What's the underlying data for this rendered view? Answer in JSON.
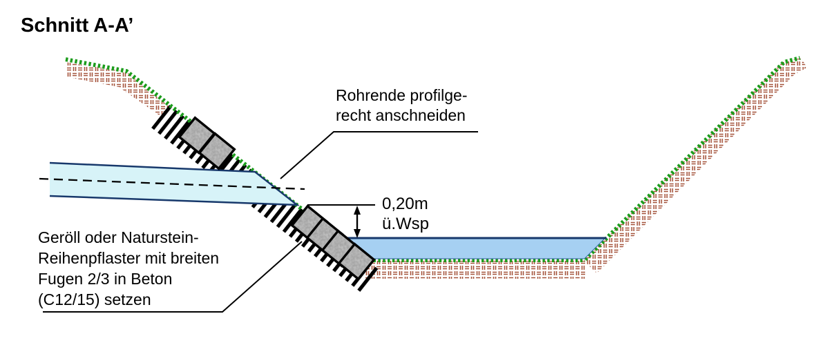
{
  "title": "Schnitt A-A’",
  "annotations": {
    "pipe_note": {
      "lines": [
        "Rohrende profilge-",
        "recht anschneiden"
      ]
    },
    "dimension_note": {
      "value": "0,20m",
      "reference": "ü.Wsp",
      "lines": [
        "0,20m",
        "ü.Wsp"
      ]
    },
    "paving_note": {
      "lines": [
        "Geröll oder Naturstein-",
        "Reihenpflaster mit breiten",
        "Fugen 2/3 in Beton",
        "(C12/15) setzen"
      ]
    }
  },
  "colors": {
    "pipe_fill": "#d7f3f8",
    "water_fill": "#a6d0f2",
    "outline_navy": "#17386b",
    "grass_green": "#1c9c1c",
    "soil_brown": "#a4523a",
    "stone_gray": "#c4c4c4",
    "hatch_black": "#000000",
    "background": "#ffffff"
  }
}
